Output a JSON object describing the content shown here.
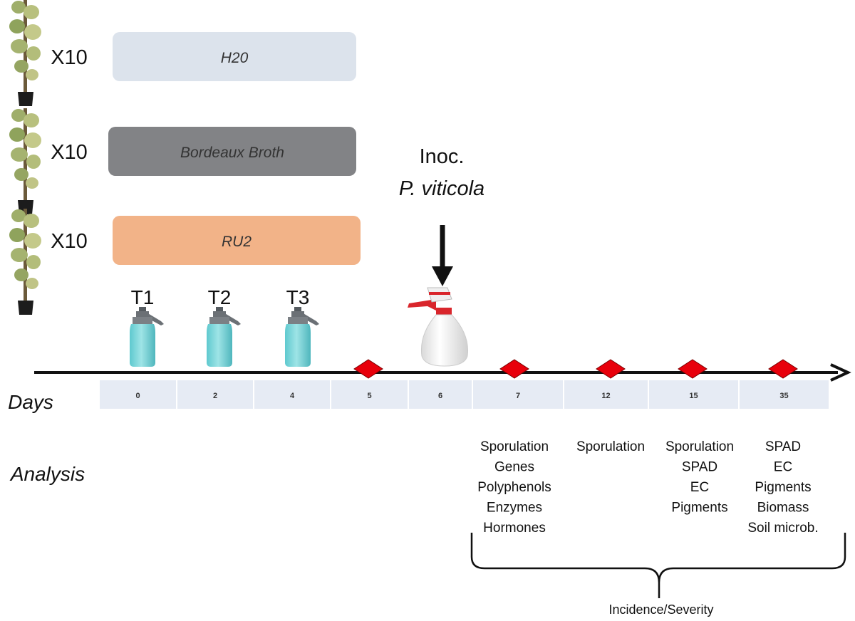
{
  "treatments": [
    {
      "label": "H20",
      "multiplier": "X10",
      "color": "#dce3ec"
    },
    {
      "label": "Bordeaux Broth",
      "multiplier": "X10",
      "color": "#828386"
    },
    {
      "label": "RU2",
      "multiplier": "X10",
      "color": "#f2b388"
    }
  ],
  "sprays": [
    "T1",
    "T2",
    "T3"
  ],
  "inoculation": {
    "line1": "Inoc.",
    "line2": "P. viticola"
  },
  "timeline": {
    "axis_label": "Days",
    "days": [
      "0",
      "2",
      "4",
      "5",
      "6",
      "7",
      "12",
      "15",
      "35"
    ],
    "sampling_days": [
      "5",
      "7",
      "12",
      "15",
      "35"
    ],
    "marker_color": "#e8000b"
  },
  "analysis": {
    "label": "Analysis",
    "groups": [
      {
        "day": "7",
        "items": [
          "Sporulation",
          "Genes",
          "Polyphenols",
          "Enzymes",
          "Hormones"
        ]
      },
      {
        "day": "12",
        "items": [
          "Sporulation"
        ]
      },
      {
        "day": "15",
        "items": [
          "Sporulation",
          "SPAD",
          "EC",
          "Pigments"
        ]
      },
      {
        "day": "35",
        "items": [
          "SPAD",
          "EC",
          "Pigments",
          "Biomass",
          "Soil microb."
        ]
      }
    ],
    "bracket_label": "Incidence/Severity"
  }
}
